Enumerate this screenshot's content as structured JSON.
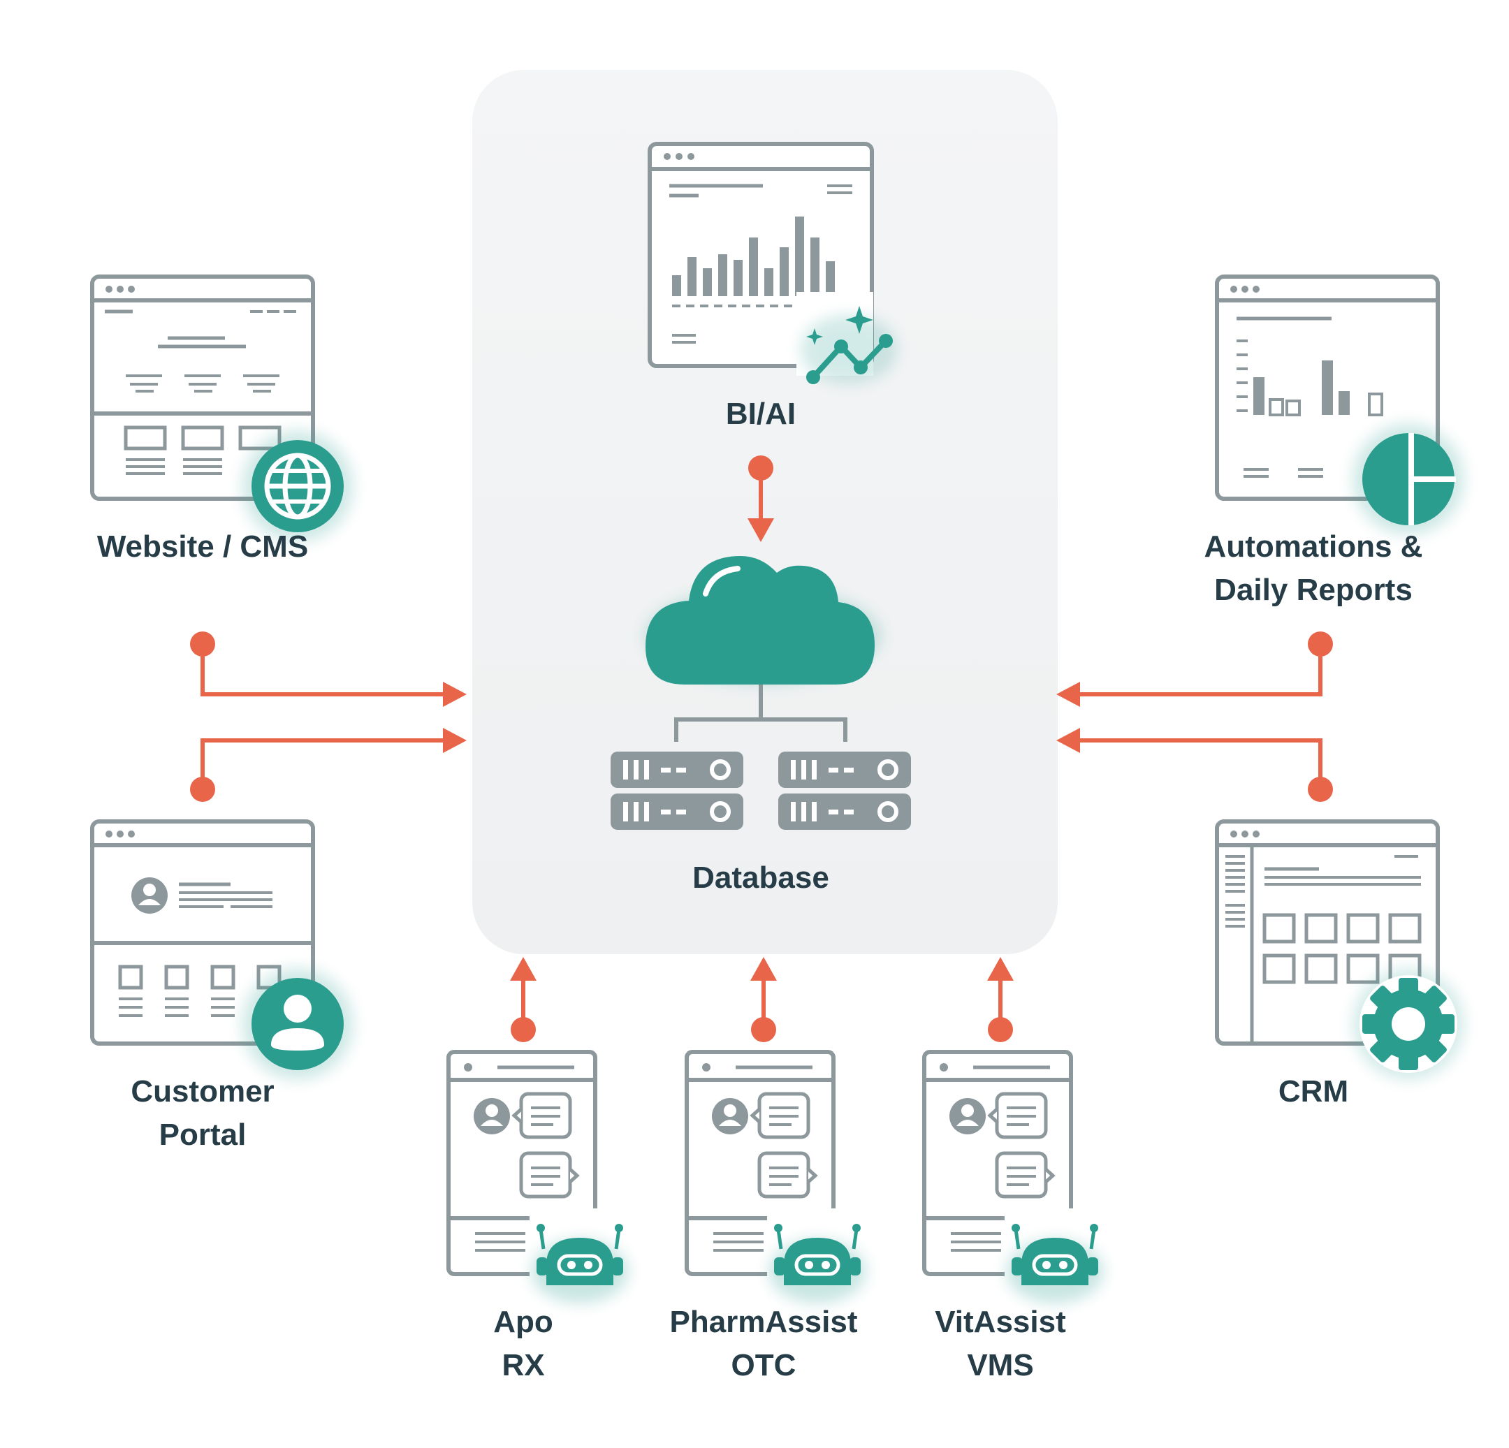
{
  "colors": {
    "accent": "#2a9d8f",
    "connector": "#e8654a",
    "outline": "#8d989c",
    "text": "#263c47",
    "panel": "#f1f3f4"
  },
  "nodes": {
    "bi_ai": {
      "label": "BI/AI",
      "icon": "sparkle-chart-icon"
    },
    "database": {
      "label": "Database",
      "icon": "cloud-database-icon"
    },
    "website": {
      "label": "Website / CMS",
      "icon": "globe-icon"
    },
    "automations": {
      "line1": "Automations &",
      "line2": "Daily Reports",
      "icon": "pie-chart-icon"
    },
    "customer_portal": {
      "line1": "Customer",
      "line2": "Portal",
      "icon": "user-icon"
    },
    "crm": {
      "label": "CRM",
      "icon": "gear-icon"
    },
    "apo": {
      "line1": "Apo",
      "line2": "RX",
      "icon": "robot-icon"
    },
    "pharmassist": {
      "line1": "PharmAssist",
      "line2": "OTC",
      "icon": "robot-icon"
    },
    "vitassist": {
      "line1": "VitAssist",
      "line2": "VMS",
      "icon": "robot-icon"
    }
  }
}
